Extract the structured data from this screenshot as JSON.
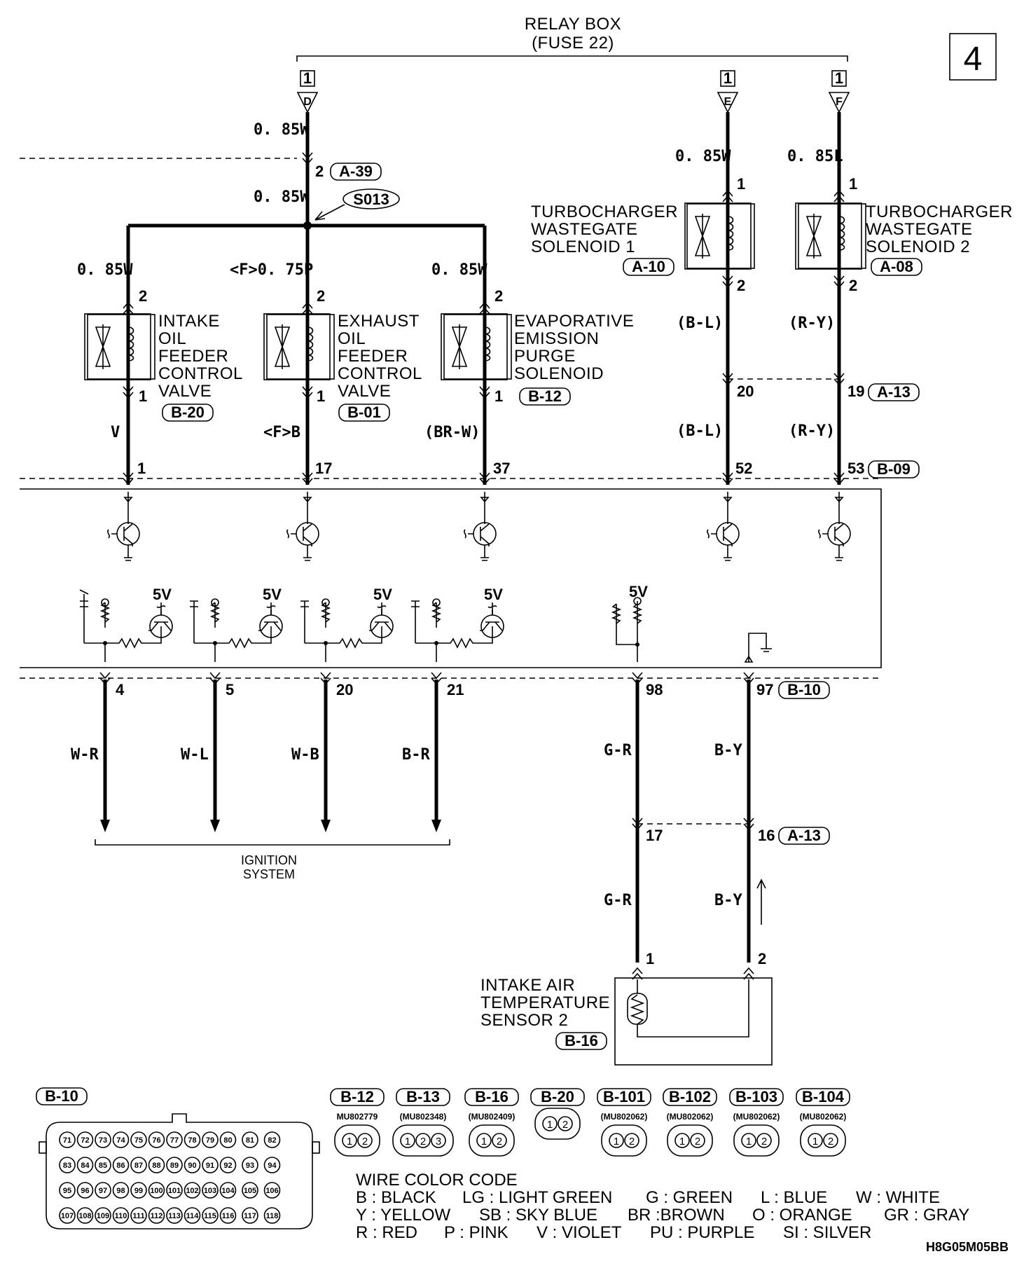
{
  "page_number": "4",
  "relay_box": {
    "title": "RELAY BOX",
    "fuse": "(FUSE 22)"
  },
  "terminals": {
    "d": "D",
    "e": "E",
    "f": "F",
    "one": "1"
  },
  "wire_sizes": {
    "w085": "0. 85W",
    "p075": "<F>0. 75P",
    "l085": "0. 85L"
  },
  "splice": "S013",
  "connectors": {
    "a39": "A-39",
    "a10": "A-10",
    "a08": "A-08",
    "a13": "A-13",
    "b20": "B-20",
    "b01": "B-01",
    "b12": "B-12",
    "b09": "B-09",
    "b10": "B-10",
    "b16": "B-16"
  },
  "components": {
    "intake_valve": [
      "INTAKE",
      "OIL",
      "FEEDER",
      "CONTROL",
      "VALVE"
    ],
    "exhaust_valve": [
      "EXHAUST",
      "OIL",
      "FEEDER",
      "CONTROL",
      "VALVE"
    ],
    "evap_solenoid": [
      "EVAPORATIVE",
      "EMISSION",
      "PURGE",
      "SOLENOID"
    ],
    "wastegate1": [
      "TURBOCHARGER",
      "WASTEGATE",
      "SOLENOID 1"
    ],
    "wastegate2": [
      "TURBOCHARGER",
      "WASTEGATE",
      "SOLENOID 2"
    ],
    "iat_sensor": [
      "INTAKE AIR",
      "TEMPERATURE",
      "SENSOR 2"
    ],
    "ignition": [
      "IGNITION",
      "SYSTEM"
    ]
  },
  "wire_colors": {
    "v": "V",
    "fb": "<F>B",
    "brw": "(BR-W)",
    "bl": "(B-L)",
    "ry": "(R-Y)",
    "wr": "W-R",
    "wlc": "W-L",
    "wb": "W-B",
    "br": "B-R",
    "gr": "G-R",
    "by": "B-Y"
  },
  "pins": {
    "p1": "1",
    "p2": "2",
    "p4": "4",
    "p5": "5",
    "p16": "16",
    "p17": "17",
    "p19": "19",
    "p20": "20",
    "p21": "21",
    "p37": "37",
    "p52": "52",
    "p53": "53",
    "p97": "97",
    "p98": "98"
  },
  "voltage": "5V",
  "connector_views": [
    {
      "code": "B-12",
      "part": "MU802779",
      "pins": [
        "1",
        "2"
      ]
    },
    {
      "code": "B-13",
      "part": "(MU802348)",
      "pins": [
        "1",
        "2",
        "3"
      ]
    },
    {
      "code": "B-16",
      "part": "(MU802409)",
      "pins": [
        "1",
        "2"
      ]
    },
    {
      "code": "B-20",
      "part": "",
      "pins": [
        "1",
        "2"
      ]
    },
    {
      "code": "B-101",
      "part": "(MU802062)",
      "pins": [
        "1",
        "2"
      ]
    },
    {
      "code": "B-102",
      "part": "(MU802062)",
      "pins": [
        "1",
        "2"
      ]
    },
    {
      "code": "B-103",
      "part": "(MU802062)",
      "pins": [
        "1",
        "2"
      ]
    },
    {
      "code": "B-104",
      "part": "(MU802062)",
      "pins": [
        "1",
        "2"
      ]
    }
  ],
  "b10_pins": [
    [
      "71",
      "72",
      "73",
      "74",
      "75",
      "76",
      "77",
      "78",
      "79",
      "80",
      "81",
      "82"
    ],
    [
      "83",
      "84",
      "85",
      "86",
      "87",
      "88",
      "89",
      "90",
      "91",
      "92",
      "93",
      "94"
    ],
    [
      "95",
      "96",
      "97",
      "98",
      "99",
      "100",
      "101",
      "102",
      "103",
      "104",
      "105",
      "106"
    ],
    [
      "107",
      "108",
      "109",
      "110",
      "111",
      "112",
      "113",
      "114",
      "115",
      "116",
      "117",
      "118"
    ]
  ],
  "wire_color_code": {
    "title": "WIRE COLOR CODE",
    "rows": [
      [
        "B : BLACK",
        "LG : LIGHT GREEN",
        "G : GREEN",
        "L : BLUE",
        "W : WHITE"
      ],
      [
        "Y : YELLOW",
        "SB : SKY BLUE",
        "BR :BROWN",
        "O : ORANGE",
        "GR : GRAY"
      ],
      [
        "R : RED",
        "P : PINK",
        "V : VIOLET",
        "PU : PURPLE",
        "SI : SILVER"
      ]
    ]
  },
  "figure_code": "H8G05M05BB"
}
